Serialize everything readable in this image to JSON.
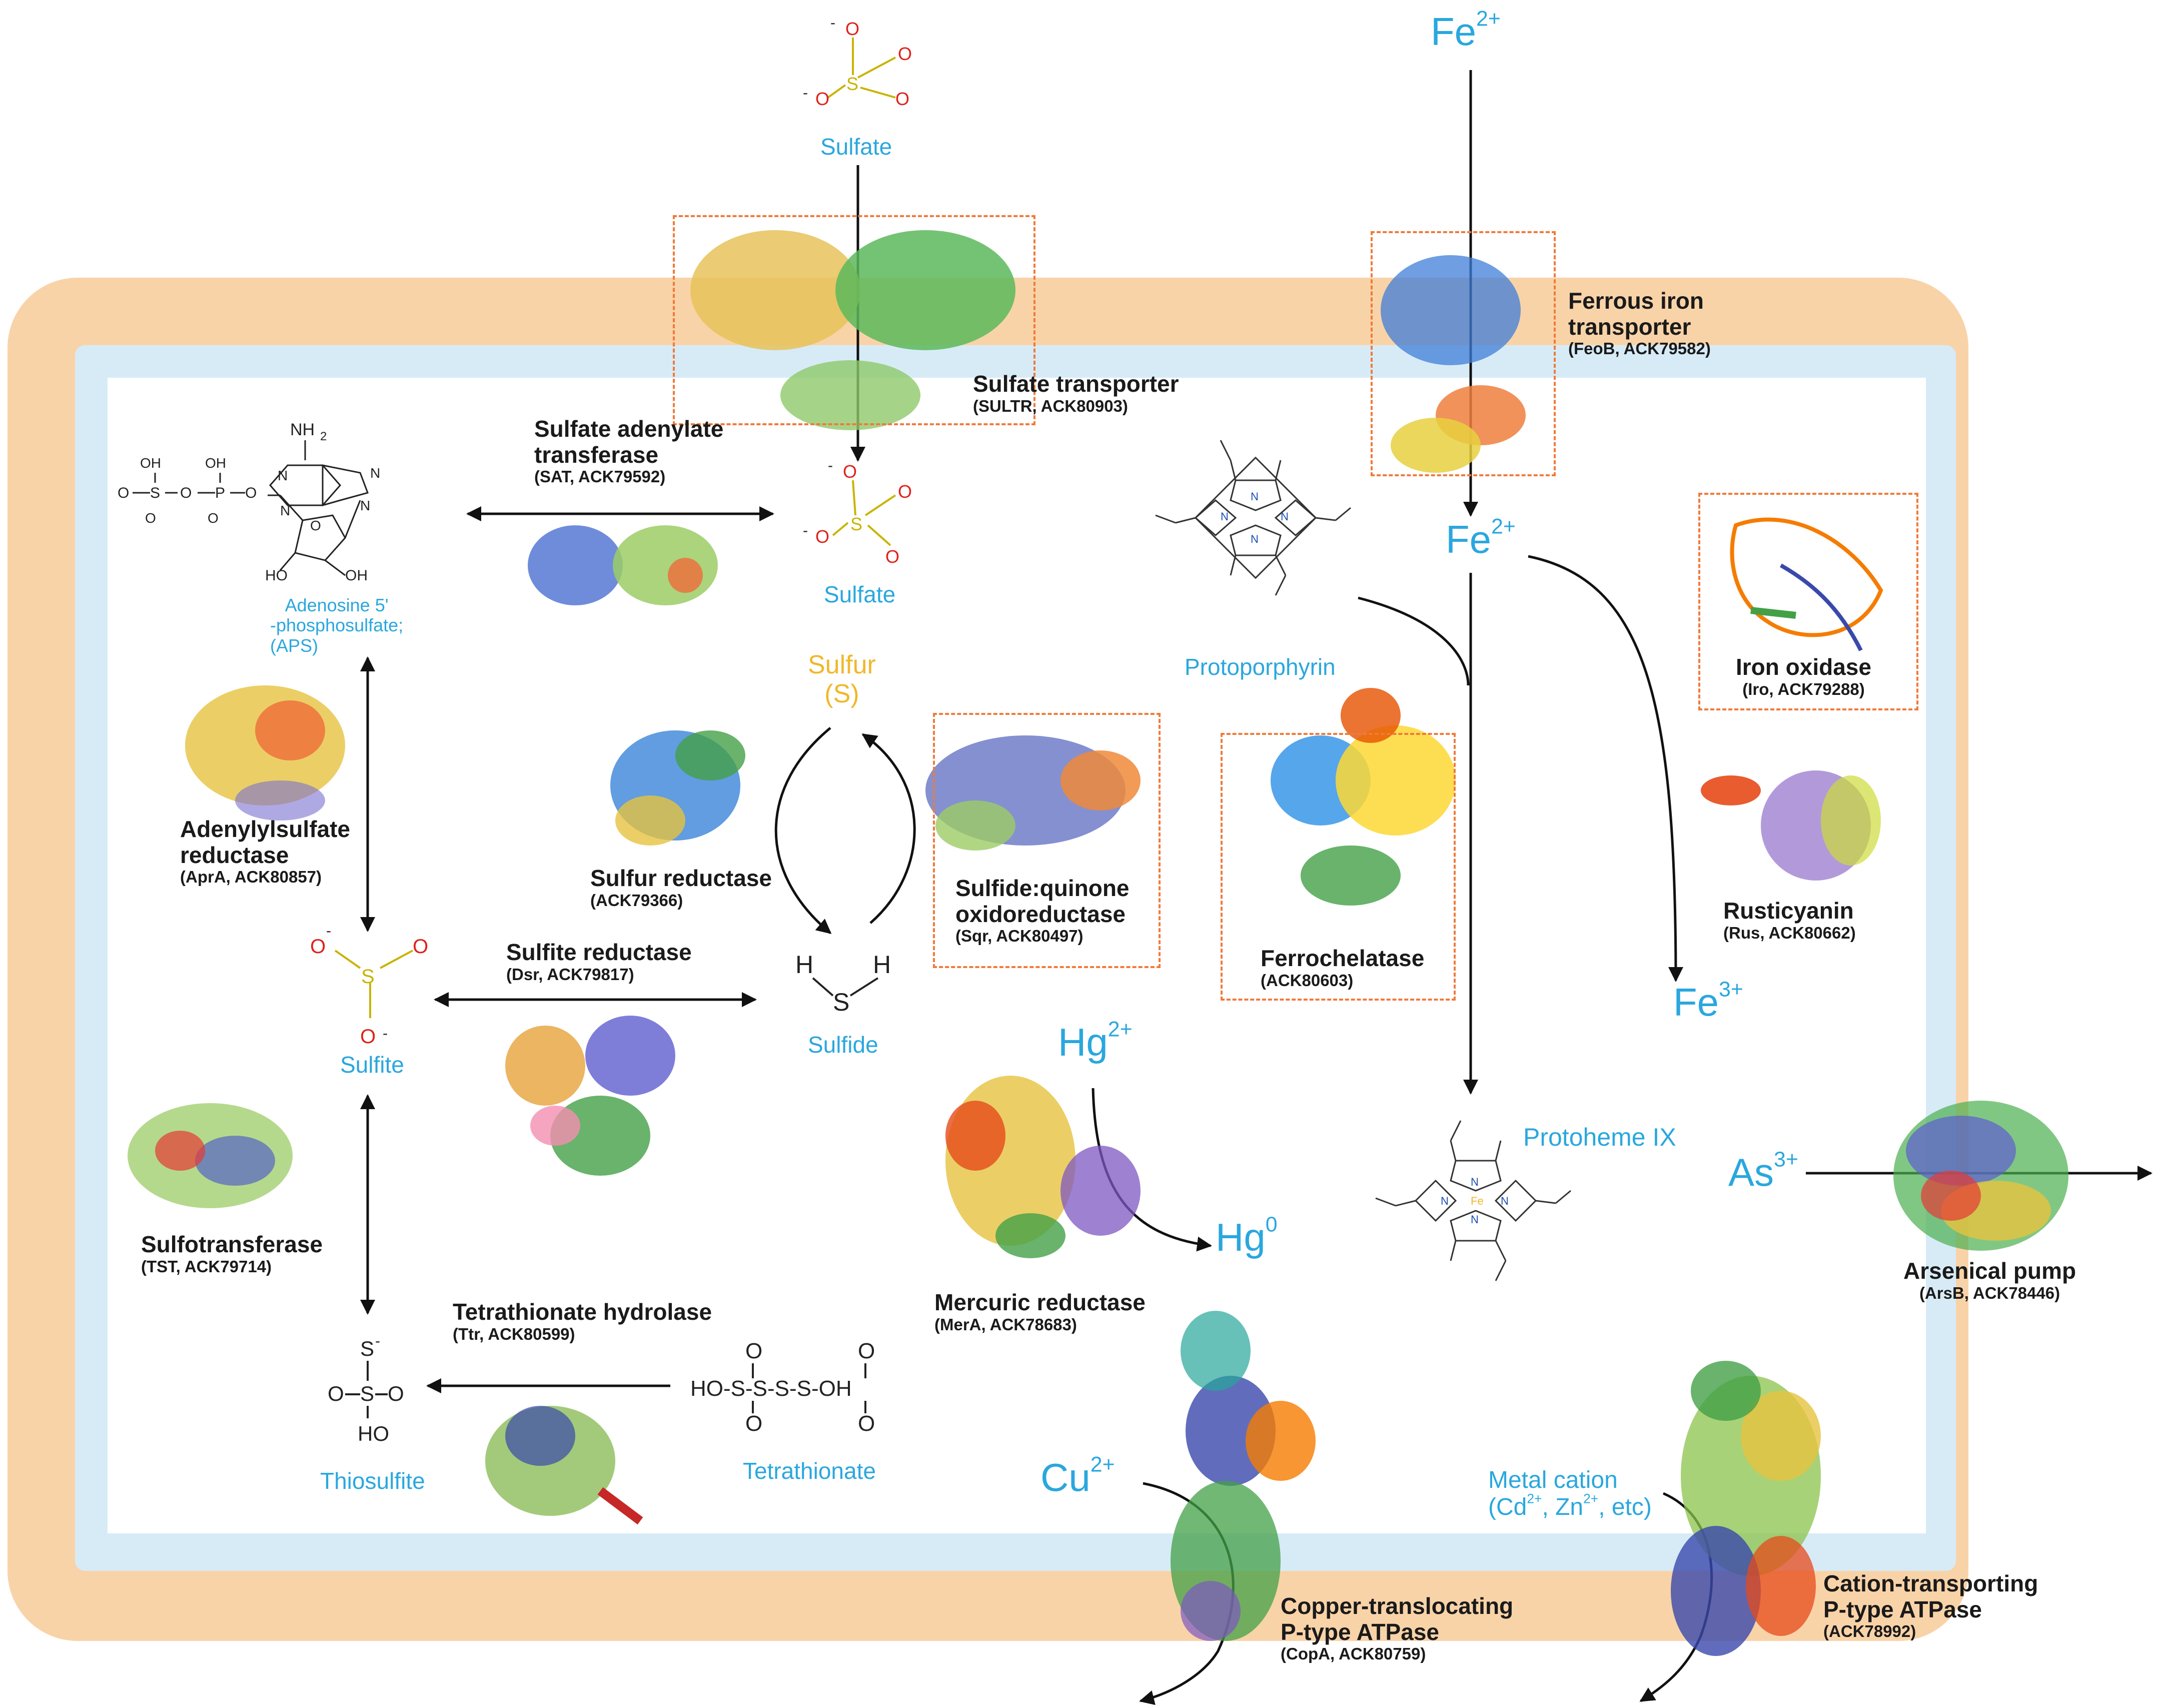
{
  "ions": {
    "fe2_top": {
      "base": "Fe",
      "sup": "2+"
    },
    "fe2_cell": {
      "base": "Fe",
      "sup": "2+"
    },
    "fe3": {
      "base": "Fe",
      "sup": "3+"
    },
    "hg2": {
      "base": "Hg",
      "sup": "2+"
    },
    "hg0": {
      "base": "Hg",
      "sup": "0"
    },
    "as3": {
      "base": "As",
      "sup": "3+"
    },
    "cu2": {
      "base": "Cu",
      "sup": "2+"
    }
  },
  "metabolites": {
    "sulfate_out": "Sulfate",
    "sulfate_in": "Sulfate",
    "aps": [
      "Adenosine 5'",
      "-phosphosulfate;",
      "(APS)"
    ],
    "sulfur": [
      "Sulfur",
      "(S)"
    ],
    "sulfide": "Sulfide",
    "sulfite": "Sulfite",
    "thiosulfite": "Thiosulfite",
    "tetrathionate": "Tetrathionate",
    "protoporphyrin": "Protoporphyrin",
    "protoheme": "Protoheme IX",
    "metal_cation": [
      "Metal cation",
      "(Cd",
      "2+",
      ", Zn",
      "2+",
      ", etc)"
    ]
  },
  "enzymes": {
    "sultr": {
      "name": "Sulfate transporter",
      "id": "(SULTR, ACK80903)"
    },
    "sat": {
      "name": [
        "Sulfate adenylate",
        "transferase"
      ],
      "id": "(SAT, ACK79592)"
    },
    "feob": {
      "name": [
        "Ferrous iron",
        "transporter"
      ],
      "id": "(FeoB, ACK79582)"
    },
    "apra": {
      "name": [
        "Adenylylsulfate",
        "reductase"
      ],
      "id": "(AprA, ACK80857)"
    },
    "sulfur_red": {
      "name": "Sulfur reductase",
      "id": "(ACK79366)"
    },
    "sqr": {
      "name": [
        "Sulfide:quinone",
        "oxidoreductase"
      ],
      "id": "(Sqr, ACK80497)"
    },
    "ferrochelatase": {
      "name": "Ferrochelatase",
      "id": "(ACK80603)"
    },
    "iro": {
      "name": "Iron oxidase",
      "id": "(Iro, ACK79288)"
    },
    "rus": {
      "name": "Rusticyanin",
      "id": "(Rus, ACK80662)"
    },
    "dsr": {
      "name": "Sulfite reductase",
      "id": "(Dsr, ACK79817)"
    },
    "tst": {
      "name": "Sulfotransferase",
      "id": "(TST, ACK79714)"
    },
    "ttr": {
      "name": "Tetrathionate hydrolase",
      "id": "(Ttr, ACK80599)"
    },
    "mera": {
      "name": "Mercuric reductase",
      "id": "(MerA, ACK78683)"
    },
    "arsb": {
      "name": "Arsenical pump",
      "id": "(ArsB, ACK78446)"
    },
    "copa": {
      "name": [
        "Copper-translocating",
        "P-type ATPase"
      ],
      "id": "(CopA, ACK80759)"
    },
    "cation_atpase": {
      "name": [
        "Cation-transporting",
        "P-type ATPase"
      ],
      "id": "(ACK78992)"
    }
  },
  "structure_text": {
    "so4": {
      "s": "S",
      "o": "O",
      "minus": "-"
    },
    "aps_nh2": "NH",
    "aps_nh2_sub": "2",
    "aps_n": "N",
    "aps_oh": "OH",
    "aps_ho": "HO",
    "aps_o": "O",
    "aps_p": "P",
    "aps_s": "S",
    "sulfide_h": "H",
    "sulfide_s": "S",
    "thio_s": "S",
    "thio_o": "O",
    "thio_ho": "HO",
    "thio_minus": "-",
    "tetra_formula": "HO-S-S-S-S-OH",
    "tetra_o": "O",
    "porph_n": "N",
    "porph_fe": "Fe"
  },
  "colors": {
    "outer_band": "#f9d3a8",
    "inner_band": "#d7ebf7",
    "cytoplasm": "#ffffff",
    "metabolite_text": "#2aa7de",
    "sulfur_text": "#f0b82a",
    "dashed_box": "#f07a3a",
    "oxygen": "#e0201a",
    "sulfur_atom": "#c8b400"
  }
}
